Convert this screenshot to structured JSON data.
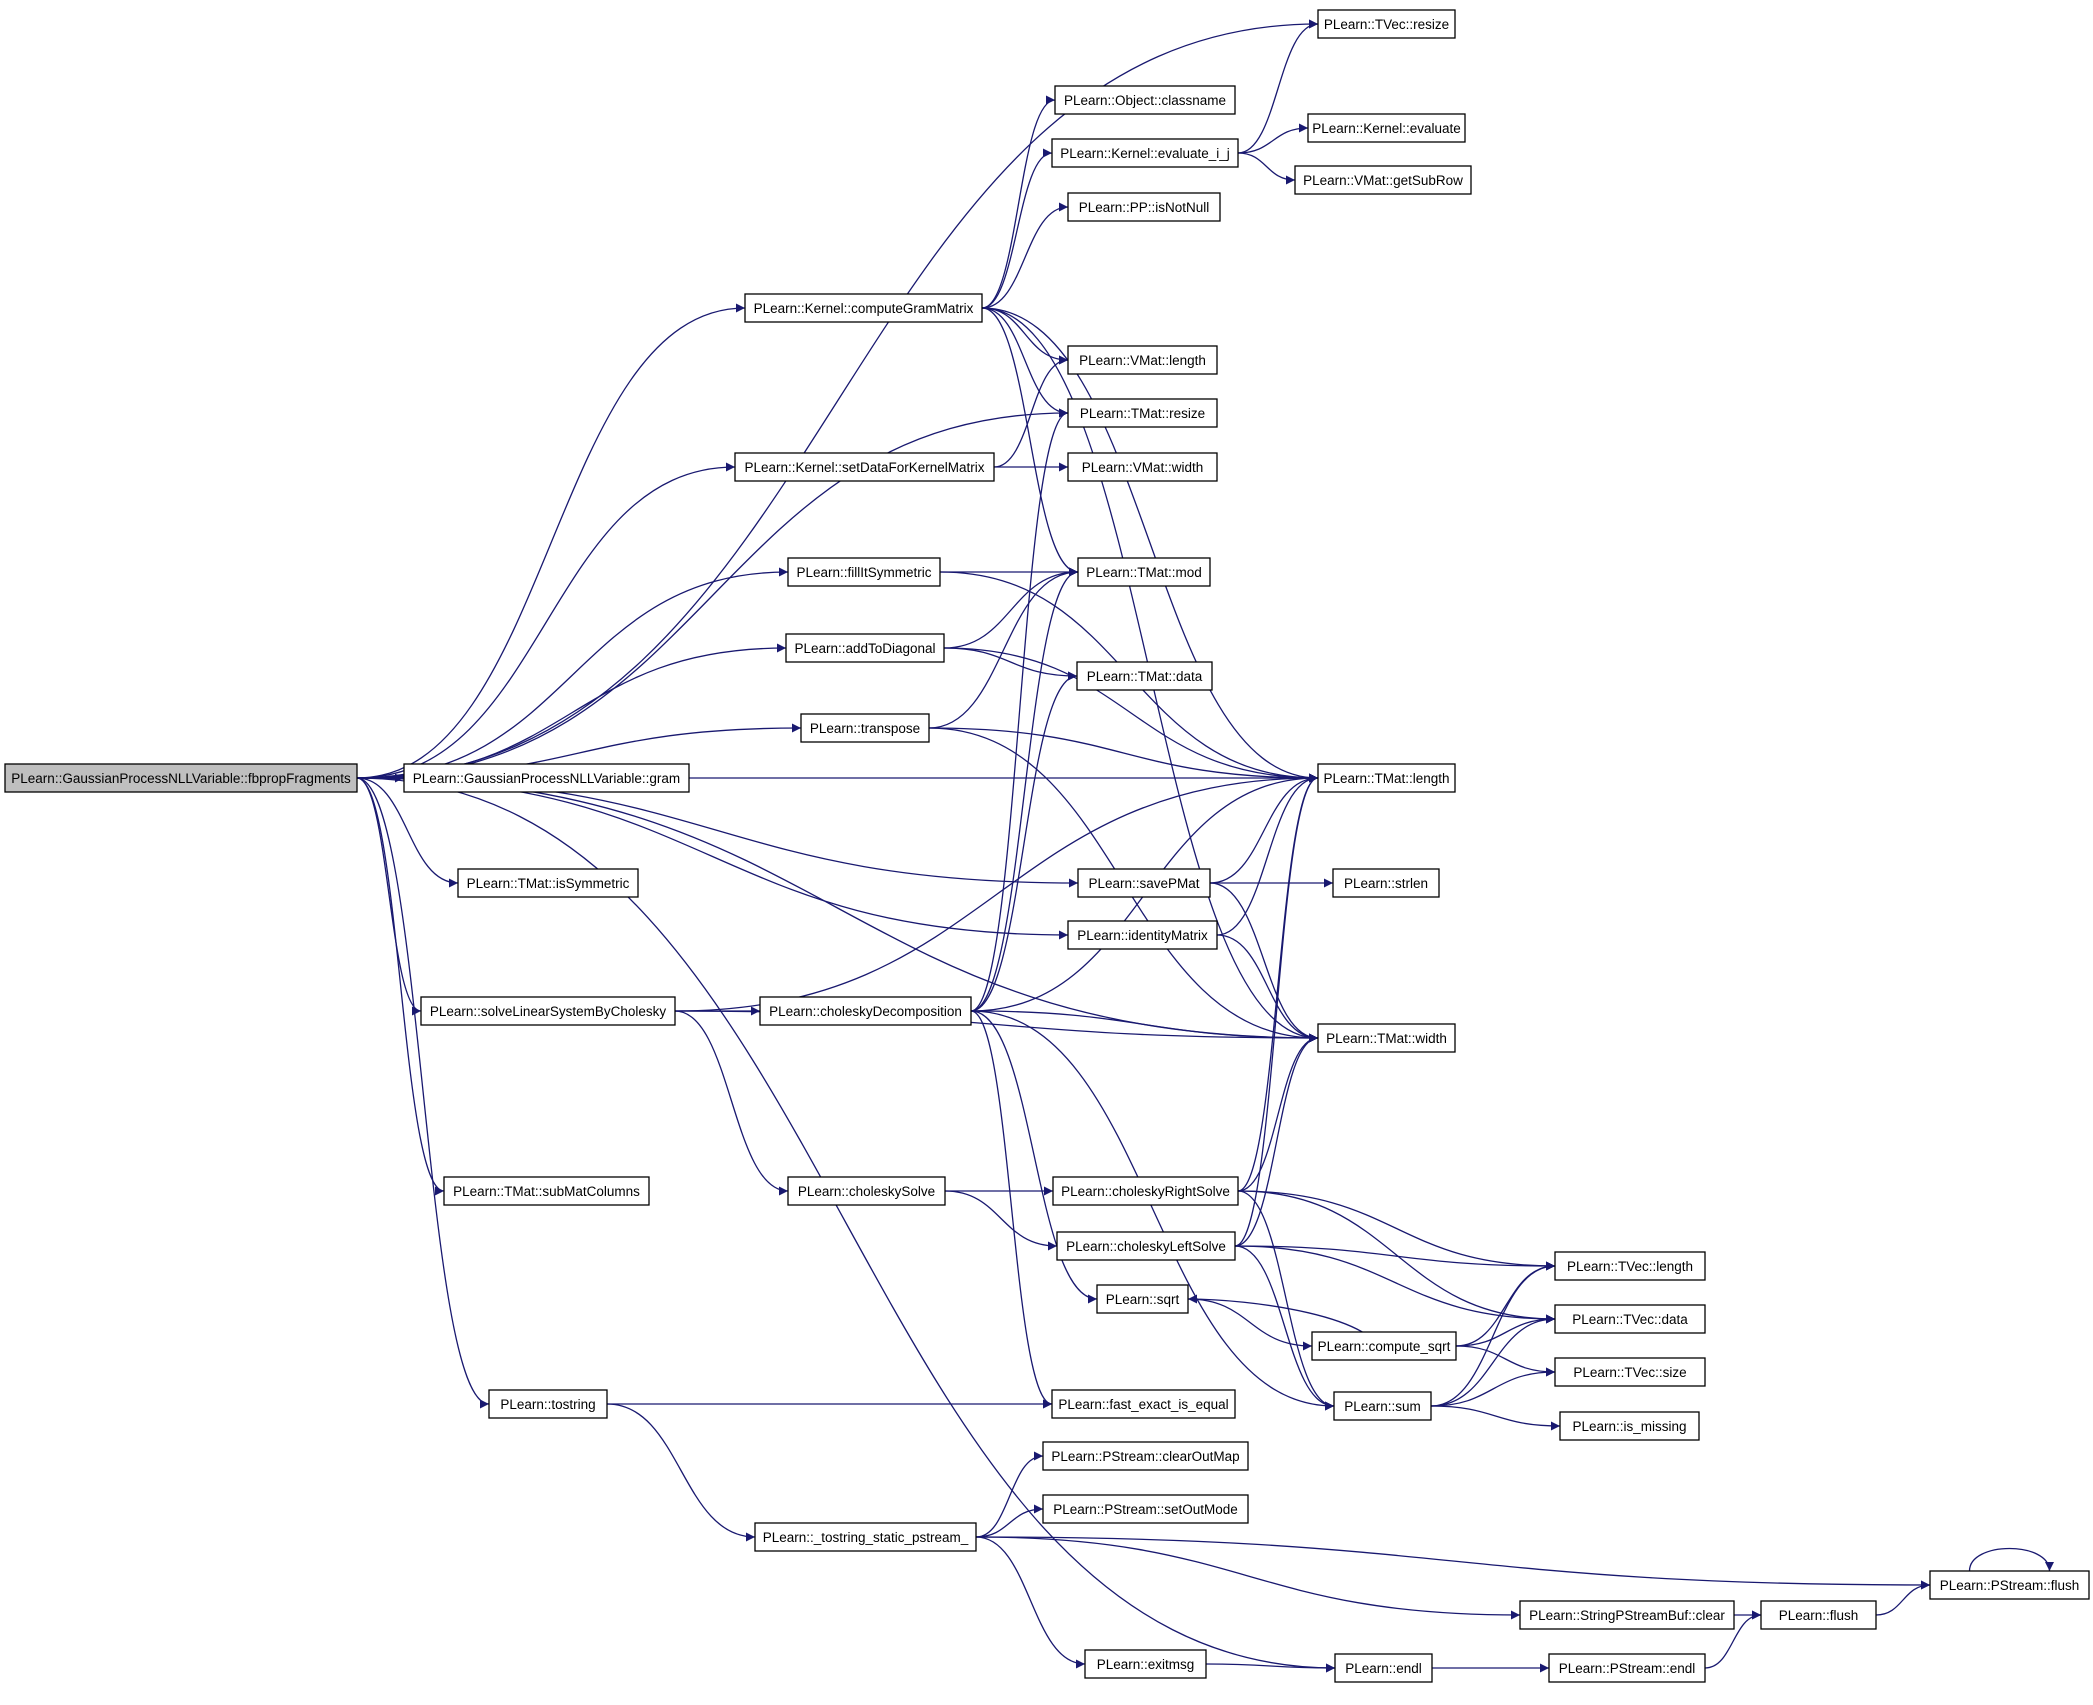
{
  "colors": {
    "edge": "#191970",
    "node_border": "#000000",
    "root_fill": "#bfbfbf",
    "node_fill": "#ffffff"
  },
  "nodes": {
    "root": "PLearn::GaussianProcessNLLVariable::fbpropFragments",
    "tvec_resize": "PLearn::TVec::resize",
    "object_classname": "PLearn::Object::classname",
    "kernel_evaluate_i_j": "PLearn::Kernel::evaluate_i_j",
    "kernel_evaluate": "PLearn::Kernel::evaluate",
    "vmat_getsubrow": "PLearn::VMat::getSubRow",
    "pp_isnotnull": "PLearn::PP::isNotNull",
    "kernel_computegrammatrix": "PLearn::Kernel::computeGramMatrix",
    "vmat_length": "PLearn::VMat::length",
    "tmat_resize": "PLearn::TMat::resize",
    "kernel_setdataforkernelmatrix": "PLearn::Kernel::setDataForKernelMatrix",
    "vmat_width": "PLearn::VMat::width",
    "fillitsymmetric": "PLearn::fillItSymmetric",
    "tmat_mod": "PLearn::TMat::mod",
    "addtodiagonal": "PLearn::addToDiagonal",
    "tmat_data": "PLearn::TMat::data",
    "transpose": "PLearn::transpose",
    "gp_gram": "PLearn::GaussianProcessNLLVariable::gram",
    "tmat_length": "PLearn::TMat::length",
    "tmat_issymmetric": "PLearn::TMat::isSymmetric",
    "savepmat": "PLearn::savePMat",
    "strlen": "PLearn::strlen",
    "identitymatrix": "PLearn::identityMatrix",
    "solvelinearsystembycholesky": "PLearn::solveLinearSystemByCholesky",
    "choleskydecomposition": "PLearn::choleskyDecomposition",
    "tmat_width": "PLearn::TMat::width",
    "tmat_submatcolumns": "PLearn::TMat::subMatColumns",
    "choleskysolve": "PLearn::choleskySolve",
    "choleskyrightsolve": "PLearn::choleskyRightSolve",
    "choleskyleftsolve": "PLearn::choleskyLeftSolve",
    "tvec_length": "PLearn::TVec::length",
    "sqrt": "PLearn::sqrt",
    "compute_sqrt": "PLearn::compute_sqrt",
    "tvec_data": "PLearn::TVec::data",
    "tvec_size": "PLearn::TVec::size",
    "tostring": "PLearn::tostring",
    "fast_exact_is_equal": "PLearn::fast_exact_is_equal",
    "sum": "PLearn::sum",
    "is_missing": "PLearn::is_missing",
    "pstream_clearoutmap": "PLearn::PStream::clearOutMap",
    "pstream_setoutmode": "PLearn::PStream::setOutMode",
    "tostring_static_pstream": "PLearn::_tostring_static_pstream_",
    "pstream_flush": "PLearn::PStream::flush",
    "stringpstreambuf_clear": "PLearn::StringPStreamBuf::clear",
    "flush": "PLearn::flush",
    "exitmsg": "PLearn::exitmsg",
    "endl": "PLearn::endl",
    "pstream_endl": "PLearn::PStream::endl"
  },
  "edges": [
    [
      "root",
      "tvec_resize"
    ],
    [
      "root",
      "tmat_length"
    ],
    [
      "root",
      "kernel_computegrammatrix"
    ],
    [
      "root",
      "tmat_resize"
    ],
    [
      "root",
      "kernel_setdataforkernelmatrix"
    ],
    [
      "root",
      "fillitsymmetric"
    ],
    [
      "root",
      "addtodiagonal"
    ],
    [
      "root",
      "transpose"
    ],
    [
      "root",
      "gp_gram"
    ],
    [
      "root",
      "tmat_issymmetric"
    ],
    [
      "root",
      "savepmat"
    ],
    [
      "root",
      "identitymatrix"
    ],
    [
      "root",
      "solvelinearsystembycholesky"
    ],
    [
      "root",
      "tmat_width"
    ],
    [
      "root",
      "tmat_submatcolumns"
    ],
    [
      "root",
      "tostring"
    ],
    [
      "root",
      "endl"
    ],
    [
      "kernel_computegrammatrix",
      "object_classname"
    ],
    [
      "kernel_computegrammatrix",
      "kernel_evaluate_i_j"
    ],
    [
      "kernel_computegrammatrix",
      "pp_isnotnull"
    ],
    [
      "kernel_computegrammatrix",
      "tmat_length"
    ],
    [
      "kernel_computegrammatrix",
      "vmat_length"
    ],
    [
      "kernel_computegrammatrix",
      "tmat_resize"
    ],
    [
      "kernel_computegrammatrix",
      "tmat_mod"
    ],
    [
      "kernel_computegrammatrix",
      "tmat_width"
    ],
    [
      "kernel_evaluate_i_j",
      "tvec_resize"
    ],
    [
      "kernel_evaluate_i_j",
      "kernel_evaluate"
    ],
    [
      "kernel_evaluate_i_j",
      "vmat_getsubrow"
    ],
    [
      "kernel_setdataforkernelmatrix",
      "vmat_length"
    ],
    [
      "kernel_setdataforkernelmatrix",
      "vmat_width"
    ],
    [
      "fillitsymmetric",
      "tmat_mod"
    ],
    [
      "fillitsymmetric",
      "tmat_length"
    ],
    [
      "addtodiagonal",
      "tmat_mod"
    ],
    [
      "addtodiagonal",
      "tmat_data"
    ],
    [
      "addtodiagonal",
      "tmat_length"
    ],
    [
      "transpose",
      "tmat_mod"
    ],
    [
      "transpose",
      "tmat_length"
    ],
    [
      "transpose",
      "tmat_width"
    ],
    [
      "savepmat",
      "tmat_length"
    ],
    [
      "savepmat",
      "strlen"
    ],
    [
      "savepmat",
      "tmat_width"
    ],
    [
      "identitymatrix",
      "tmat_length"
    ],
    [
      "identitymatrix",
      "tmat_width"
    ],
    [
      "solvelinearsystembycholesky",
      "choleskydecomposition"
    ],
    [
      "solvelinearsystembycholesky",
      "tmat_length"
    ],
    [
      "solvelinearsystembycholesky",
      "tmat_width"
    ],
    [
      "solvelinearsystembycholesky",
      "choleskysolve"
    ],
    [
      "choleskydecomposition",
      "tmat_resize"
    ],
    [
      "choleskydecomposition",
      "tmat_mod"
    ],
    [
      "choleskydecomposition",
      "tmat_data"
    ],
    [
      "choleskydecomposition",
      "tmat_length"
    ],
    [
      "choleskydecomposition",
      "tmat_width"
    ],
    [
      "choleskydecomposition",
      "sqrt"
    ],
    [
      "choleskydecomposition",
      "fast_exact_is_equal"
    ],
    [
      "choleskydecomposition",
      "sum"
    ],
    [
      "choleskysolve",
      "choleskyrightsolve"
    ],
    [
      "choleskysolve",
      "choleskyleftsolve"
    ],
    [
      "choleskyrightsolve",
      "tmat_length"
    ],
    [
      "choleskyrightsolve",
      "tmat_width"
    ],
    [
      "choleskyrightsolve",
      "tvec_length"
    ],
    [
      "choleskyrightsolve",
      "tvec_data"
    ],
    [
      "choleskyrightsolve",
      "sum"
    ],
    [
      "choleskyleftsolve",
      "tmat_length"
    ],
    [
      "choleskyleftsolve",
      "tmat_width"
    ],
    [
      "choleskyleftsolve",
      "tvec_length"
    ],
    [
      "choleskyleftsolve",
      "tvec_data"
    ],
    [
      "choleskyleftsolve",
      "sum"
    ],
    [
      "sqrt",
      "compute_sqrt"
    ],
    [
      "compute_sqrt",
      "sqrt"
    ],
    [
      "compute_sqrt",
      "tvec_length"
    ],
    [
      "compute_sqrt",
      "tvec_data"
    ],
    [
      "compute_sqrt",
      "tvec_size"
    ],
    [
      "sum",
      "tvec_length"
    ],
    [
      "sum",
      "tvec_data"
    ],
    [
      "sum",
      "tvec_size"
    ],
    [
      "sum",
      "is_missing"
    ],
    [
      "tostring",
      "fast_exact_is_equal"
    ],
    [
      "tostring",
      "tostring_static_pstream"
    ],
    [
      "tostring_static_pstream",
      "pstream_clearoutmap"
    ],
    [
      "tostring_static_pstream",
      "pstream_setoutmode"
    ],
    [
      "tostring_static_pstream",
      "pstream_flush"
    ],
    [
      "tostring_static_pstream",
      "stringpstreambuf_clear"
    ],
    [
      "tostring_static_pstream",
      "exitmsg"
    ],
    [
      "stringpstreambuf_clear",
      "flush"
    ],
    [
      "flush",
      "pstream_flush"
    ],
    [
      "pstream_flush",
      "pstream_flush"
    ],
    [
      "exitmsg",
      "endl"
    ],
    [
      "endl",
      "pstream_endl"
    ],
    [
      "pstream_endl",
      "flush"
    ]
  ]
}
